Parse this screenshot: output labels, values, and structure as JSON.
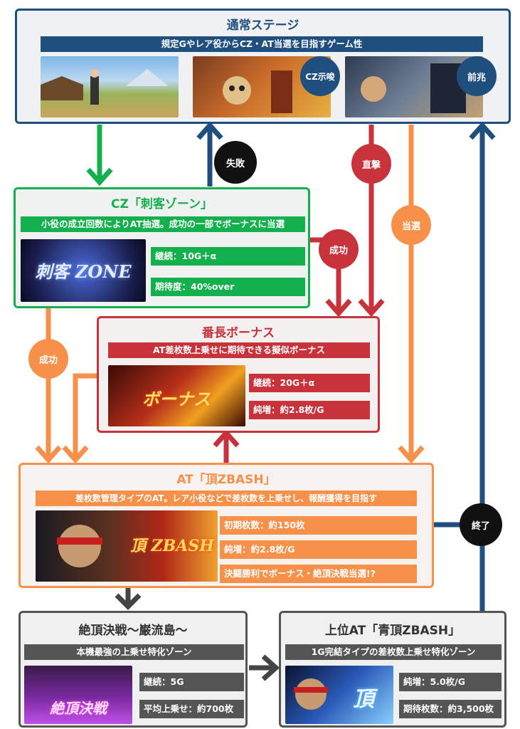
{
  "colors": {
    "normal": "#1f4f7f",
    "cz": "#14b04e",
    "bonus": "#c8323b",
    "at": "#f7914a",
    "dark": "#555555",
    "black": "#111111"
  },
  "normal": {
    "title": "通常ステージ",
    "subtitle": "規定Gやレア役からCZ・AT当選を目指すゲーム性",
    "badge_cz": "CZ示唆",
    "badge_zen": "前兆"
  },
  "cz": {
    "title": "CZ「刺客ゾーン」",
    "subtitle": "小役の成立回数によりAT抽選。成功の一部でボーナスに当選",
    "stat1": "継続：10G＋α",
    "stat2": "期待度：40%over",
    "logo_text": "刺客 ZONE"
  },
  "bonus": {
    "title": "番長ボーナス",
    "subtitle": "AT差枚数上乗せに期待できる擬似ボーナス",
    "stat1": "継続：20G＋α",
    "stat2": "純増：約2.8枚/G",
    "logo_text": "ボーナス"
  },
  "at": {
    "title": "AT「頂ZBASH」",
    "subtitle": "差枚数管理タイプのAT。レア小役などで差枚数を上乗せし、報酬獲得を目指す",
    "stat1": "初期枚数：約150枚",
    "stat2": "純増：約2.8枚/G",
    "stat3": "決闘勝利でボーナス・絶頂決戦当選!?",
    "logo_text": "頂 ZBASH"
  },
  "zetcho": {
    "title": "絶頂決戦〜巌流島〜",
    "subtitle": "本機最強の上乗せ特化ゾーン",
    "stat1": "継続：5G",
    "stat2": "平均上乗せ：約700枚",
    "logo_text": "絶頂決戦"
  },
  "ao": {
    "title": "上位AT「青頂ZBASH」",
    "subtitle": "1G完結タイプの差枚数上乗せ特化ゾーン",
    "stat1": "純増：5.0枚/G",
    "stat2": "期待枚数：約3,500枚",
    "logo_text": "頂"
  },
  "labels": {
    "fail": "失敗",
    "direct": "直撃",
    "win_at": "当選",
    "success_bonus": "成功",
    "success_at": "成功",
    "end": "終了"
  }
}
